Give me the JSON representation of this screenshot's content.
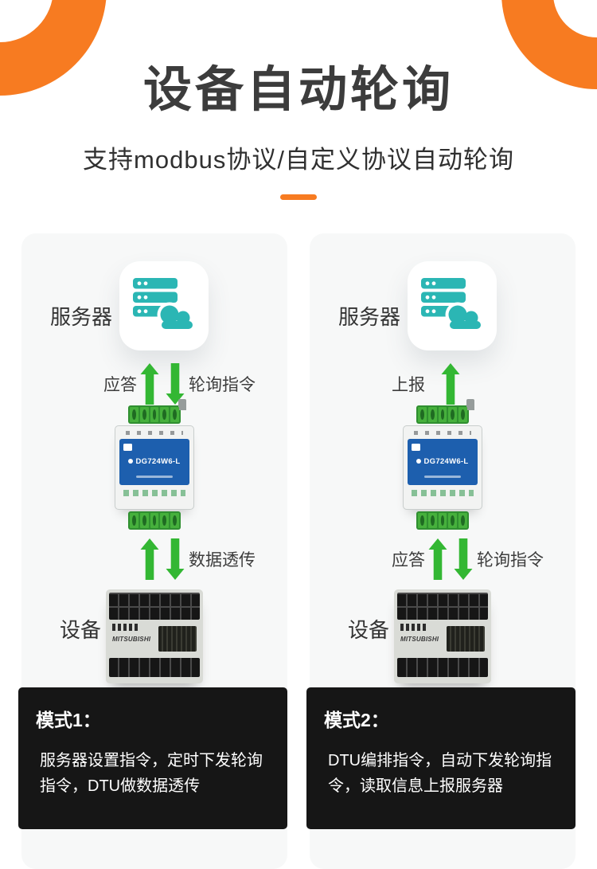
{
  "colors": {
    "accent_orange": "#F77B21",
    "arrow_green": "#33B733",
    "server_teal": "#2BB6B4",
    "dtu_blue": "#1D5FAE",
    "mode_bar_black": "#161616"
  },
  "header": {
    "title": "设备自动轮询",
    "subtitle": "支持modbus协议/自定义协议自动轮询"
  },
  "panels": [
    {
      "server_label": "服务器",
      "top_flow": {
        "left_label": "应答",
        "right_label": "轮询指令"
      },
      "dtu_model": "DG724W6-L",
      "bottom_flow": {
        "right_label": "数据透传"
      },
      "device_label": "设备",
      "plc_brand": "MITSUBISHI",
      "mode_title": "模式1：",
      "mode_desc": "服务器设置指令，定时下发轮询指令，DTU做数据透传"
    },
    {
      "server_label": "服务器",
      "top_flow": {
        "left_label": "上报"
      },
      "dtu_model": "DG724W6-L",
      "bottom_flow": {
        "left_label": "应答",
        "right_label": "轮询指令"
      },
      "device_label": "设备",
      "plc_brand": "MITSUBISHI",
      "mode_title": "模式2：",
      "mode_desc": "DTU编排指令，自动下发轮询指令，读取信息上报服务器"
    }
  ]
}
